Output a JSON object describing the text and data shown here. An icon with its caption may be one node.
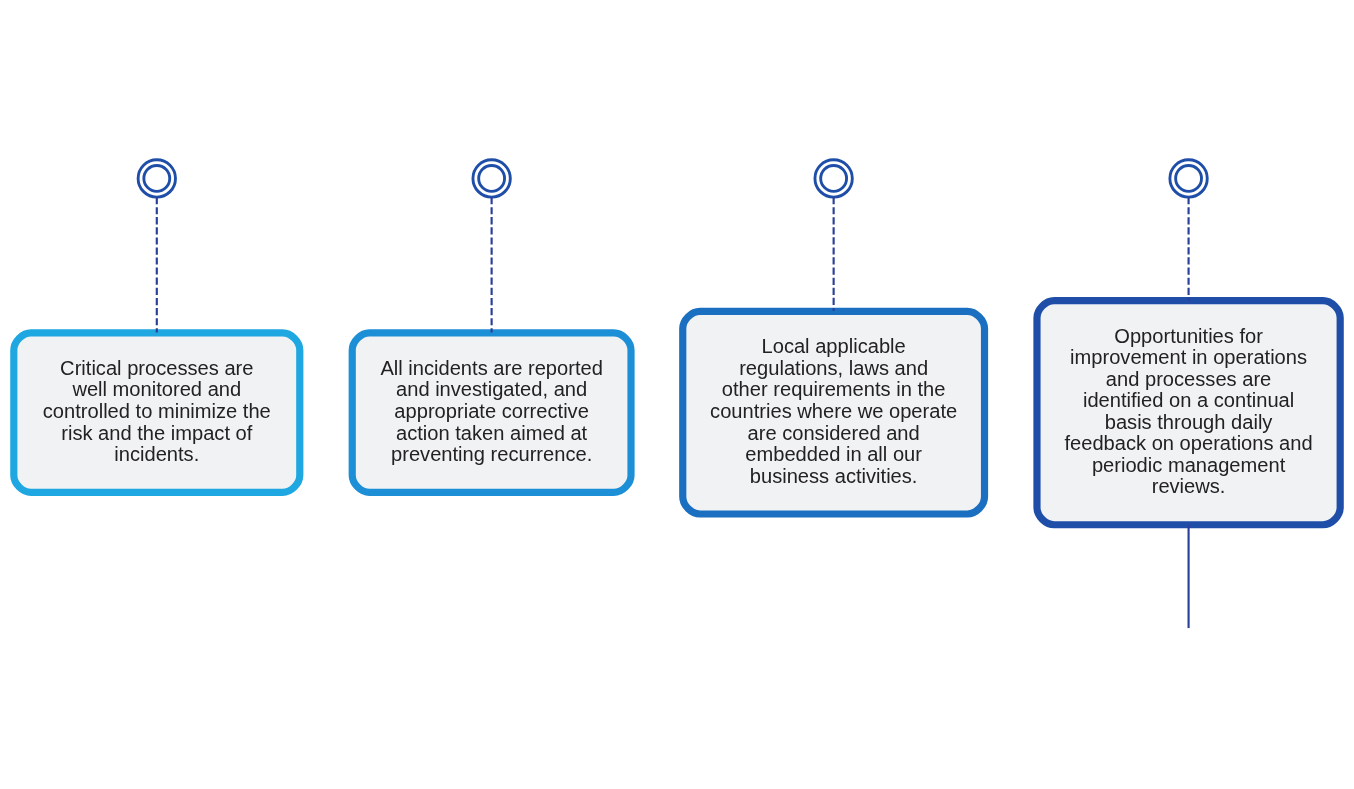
{
  "diagram": {
    "nodes": [
      {
        "text": [],
        "shape": "circle"
      },
      {
        "text": [],
        "shape": "circle"
      },
      {
        "text": [],
        "shape": "circle"
      },
      {
        "text": [],
        "shape": "circle"
      },
      {
        "text": [
          "Critical processes are well monitored and controlled to minimize the risk and the impact of incidents."
        ]
      },
      {
        "text": [
          "Opportunities for improvement in operations and processes are identified on a continual basis through daily feedback on operations and periodic management reviews."
        ]
      },
      {
        "text": [
          "All incidents are reported and investigated, and appropriate corrective action taken aimed at preventing recurrence."
        ]
      },
      {
        "text": [
          "Local applicable regulations, laws and  other requirements in the countries where we operate are considered and embedded in all our business activities."
        ]
      }
    ],
    "edges": [
      {
        "from": 0,
        "to": 4,
        "arrow": "none",
        "style": "dashed"
      },
      {
        "from": 1,
        "to": 6,
        "arrow": "none",
        "style": "dashed"
      },
      {
        "from": 2,
        "to": 7,
        "arrow": "none",
        "style": "dashed"
      },
      {
        "from": 3,
        "to": 5,
        "arrow": "none",
        "style": "dashed"
      },
      {
        "from": 5,
        "to": null,
        "arrow": "none"
      }
    ]
  }
}
